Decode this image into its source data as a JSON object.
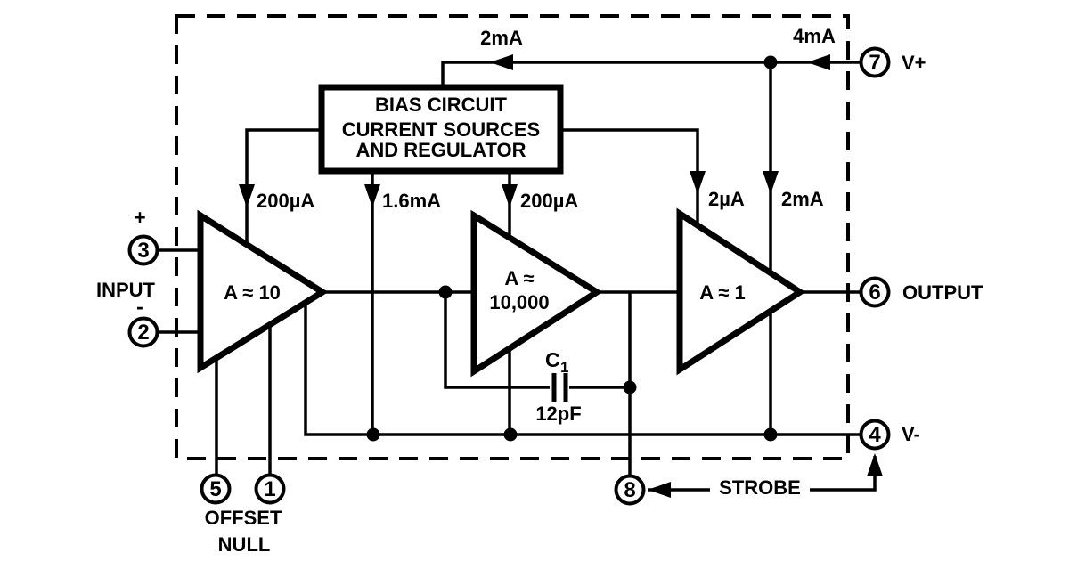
{
  "colors": {
    "ink": "#000000",
    "paper": "#ffffff"
  },
  "bias_box": {
    "lines": [
      "BIAS CIRCUIT",
      "CURRENT SOURCES",
      "AND REGULATOR"
    ]
  },
  "amplifiers": {
    "stage1": {
      "gain": "A ≈ 10"
    },
    "stage2": {
      "gain_top": "A ≈",
      "gain_bottom": "10,000"
    },
    "stage3": {
      "gain": "A ≈ 1"
    }
  },
  "currents": {
    "bias_supply": "2mA",
    "total_supply": "4mA",
    "stage1_bias": "200µA",
    "regulator_sink": "1.6mA",
    "stage2_bias": "200µA",
    "stage3_bias": "2µA",
    "output_stage": "2mA"
  },
  "capacitor": {
    "designator": "C",
    "designator_sub": "1",
    "value": "12pF"
  },
  "labels": {
    "input": "INPUT",
    "plus": "+",
    "minus": "-",
    "offset_line1": "OFFSET",
    "offset_line2": "NULL"
  },
  "pins": {
    "noninverting": {
      "number": "3"
    },
    "inverting": {
      "number": "2"
    },
    "offset_null_a": {
      "number": "5"
    },
    "offset_null_b": {
      "number": "1"
    },
    "v_plus": {
      "number": "7",
      "label": "V+"
    },
    "output": {
      "number": "6",
      "label": "OUTPUT"
    },
    "v_minus": {
      "number": "4",
      "label": "V-"
    },
    "strobe": {
      "number": "8",
      "label": "STROBE"
    }
  }
}
